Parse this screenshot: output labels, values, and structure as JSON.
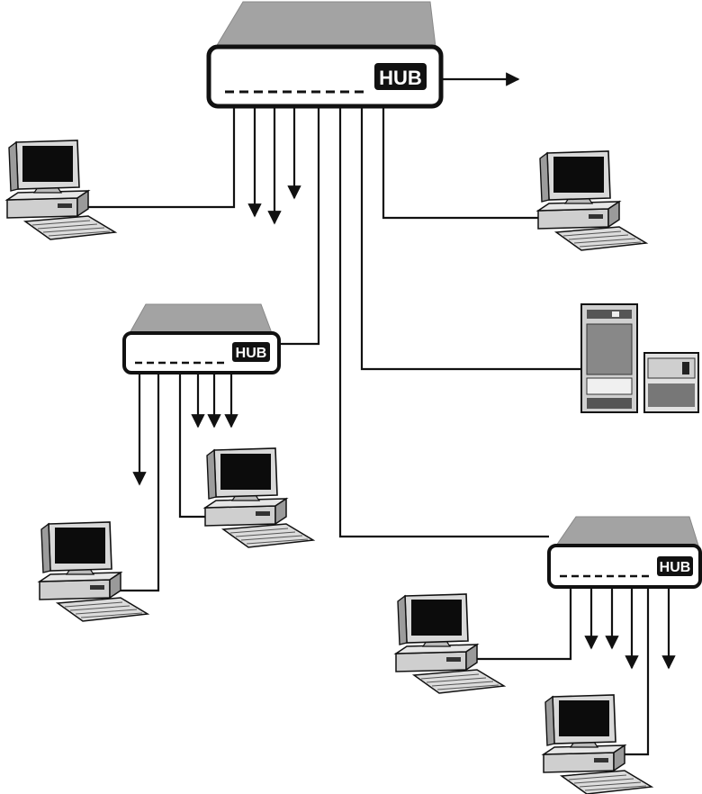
{
  "diagram": {
    "hubs": [
      {
        "id": "hub-main",
        "label": "HUB"
      },
      {
        "id": "hub-left",
        "label": "HUB"
      },
      {
        "id": "hub-right",
        "label": "HUB"
      }
    ],
    "nodes": [
      {
        "id": "pc-top-left",
        "kind": "computer"
      },
      {
        "id": "pc-top-right",
        "kind": "computer"
      },
      {
        "id": "server-tower",
        "kind": "server"
      },
      {
        "id": "pc-mid-left",
        "kind": "computer"
      },
      {
        "id": "pc-mid-center",
        "kind": "computer"
      },
      {
        "id": "pc-bottom-center",
        "kind": "computer"
      },
      {
        "id": "pc-bottom-right",
        "kind": "computer"
      }
    ],
    "links": [
      {
        "from": "hub-main",
        "to": "pc-top-left"
      },
      {
        "from": "hub-main",
        "to": "pc-top-right"
      },
      {
        "from": "hub-main",
        "to": "hub-left"
      },
      {
        "from": "hub-main",
        "to": "server-tower"
      },
      {
        "from": "hub-main",
        "to": "hub-right"
      },
      {
        "from": "hub-left",
        "to": "pc-mid-left"
      },
      {
        "from": "hub-left",
        "to": "pc-mid-center"
      },
      {
        "from": "hub-right",
        "to": "pc-bottom-center"
      },
      {
        "from": "hub-right",
        "to": "pc-bottom-right"
      }
    ]
  }
}
